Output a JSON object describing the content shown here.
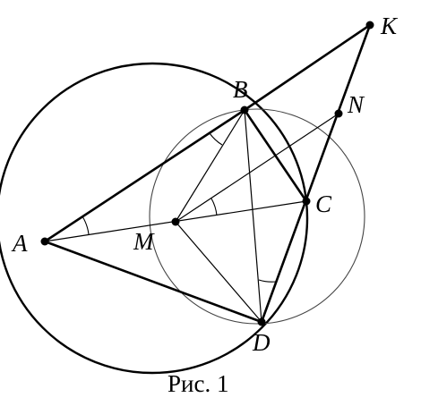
{
  "points": {
    "A": {
      "label": "A"
    },
    "B": {
      "label": "B"
    },
    "C": {
      "label": "C"
    },
    "D": {
      "label": "D"
    },
    "M": {
      "label": "M"
    },
    "N": {
      "label": "N"
    },
    "K": {
      "label": "K"
    }
  },
  "caption": "Рис. 1",
  "colors": {
    "ink": "#000000",
    "thin_circle": "#444444"
  }
}
